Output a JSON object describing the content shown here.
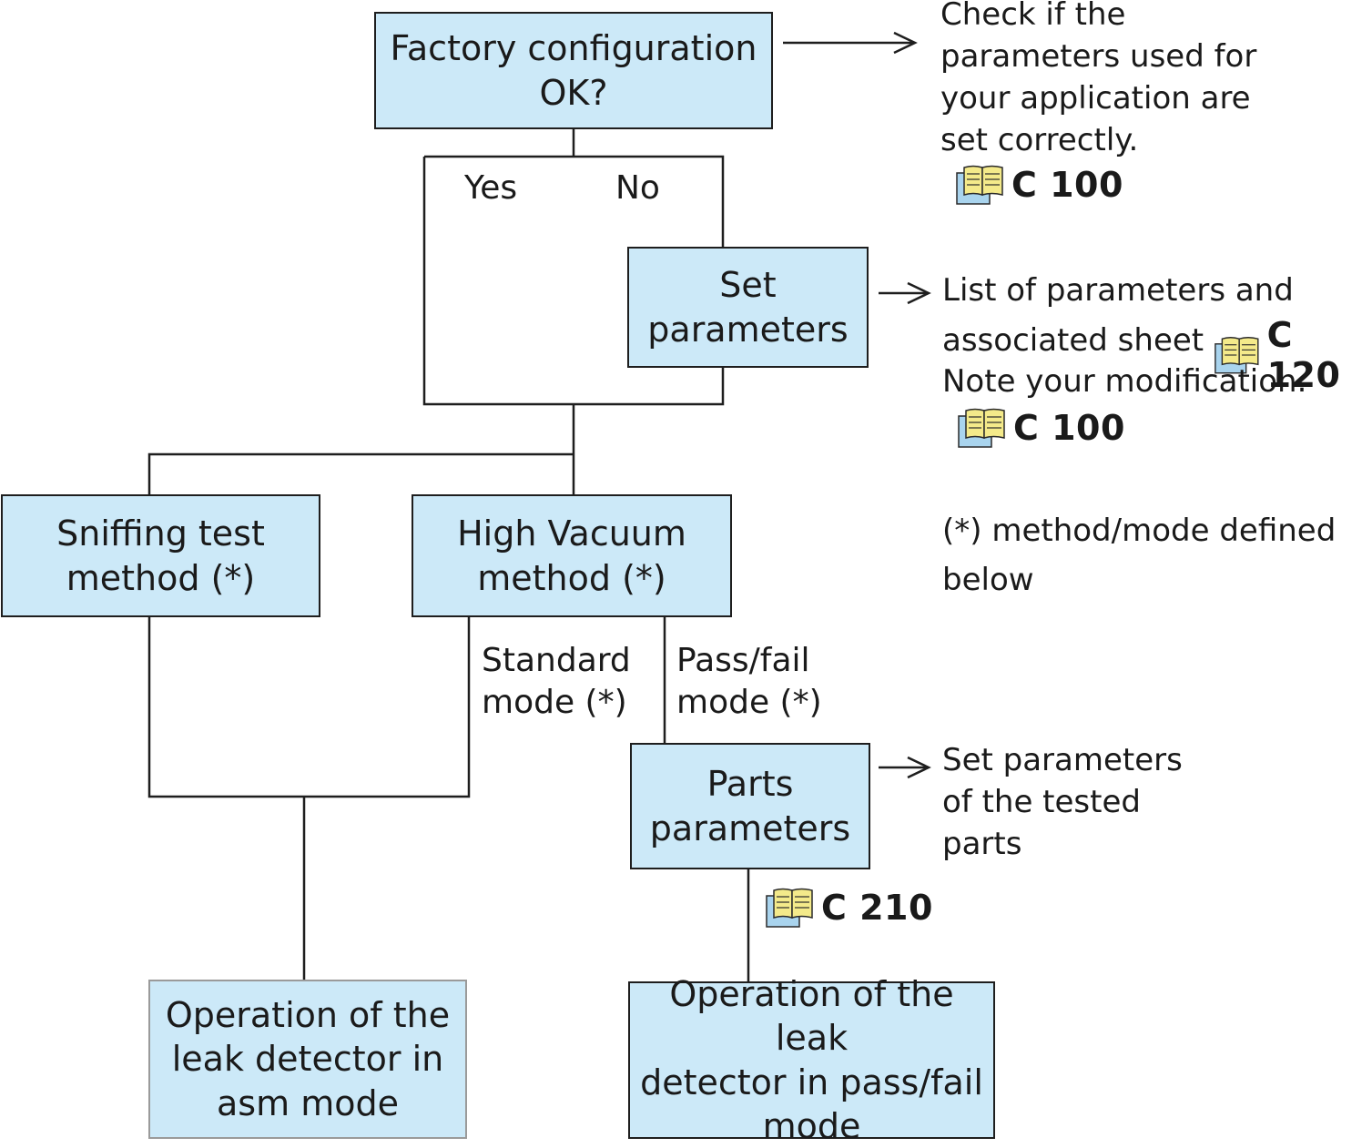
{
  "boxes": {
    "factory": "Factory configuration\nOK?",
    "set_parameters": "Set\nparameters",
    "sniffing": "Sniffing test\nmethod (*)",
    "high_vacuum": "High Vacuum\nmethod (*)",
    "parts_parameters": "Parts\nparameters",
    "operation_asm": "Operation of the\nleak detector in\nasm mode",
    "operation_passfail": "Operation of the leak\ndetector in pass/fail\nmode"
  },
  "labels": {
    "yes": "Yes",
    "no": "No",
    "standard_mode": "Standard\nmode (*)",
    "passfail_mode": "Pass/fail\nmode (*)"
  },
  "notes": {
    "check": "Check if the\nparameters used for\nyour application are\nset correctly.",
    "list_line1": "List of parameters and",
    "list_line2": "associated sheet",
    "note_mod": "Note your modification.",
    "method_def": "(*) method/mode defined\nbelow",
    "set_parts": "Set parameters\nof the tested\nparts"
  },
  "references": {
    "ref1": "C 100",
    "ref2": "C 120",
    "ref3": "C 100",
    "ref4": "C 210"
  },
  "colors": {
    "box_fill": "#cce9f8",
    "line": "#1e1e1e",
    "book_page": "#f4ea8a",
    "book_back": "#a9d4ee"
  },
  "icons": {
    "book": "open-book-icon",
    "arrow": "right-arrow-icon"
  }
}
